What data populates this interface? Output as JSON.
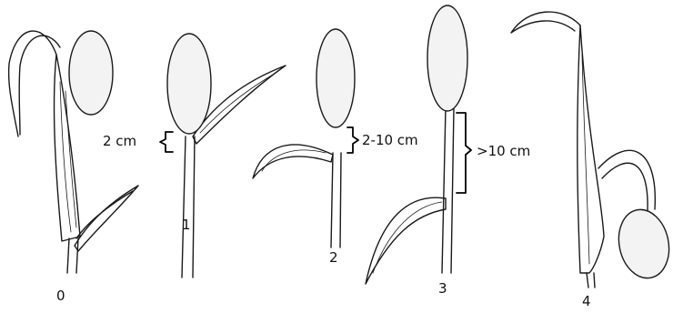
{
  "stages": [
    {
      "number": "0"
    },
    {
      "number": "1",
      "measure": "2 cm"
    },
    {
      "number": "2",
      "measure": "2-10 cm"
    },
    {
      "number": "3",
      "measure": ">10 cm"
    },
    {
      "number": "4"
    }
  ]
}
